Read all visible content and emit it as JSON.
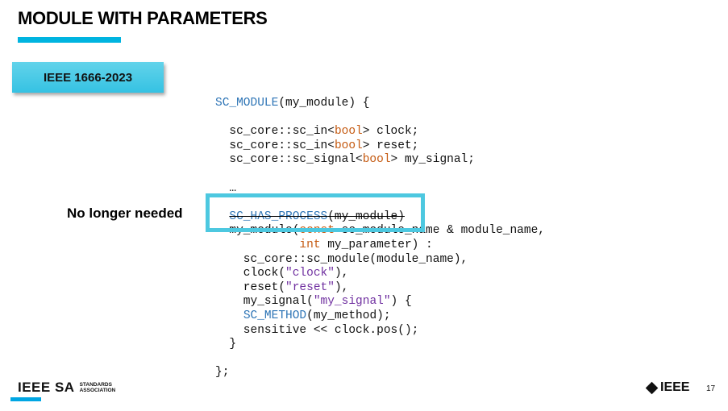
{
  "slide": {
    "title": "MODULE WITH PARAMETERS",
    "standard_badge": "IEEE 1666-2023",
    "note": "No longer needed",
    "page_number": "17"
  },
  "colors": {
    "accent": "#00b4e0",
    "highlight": "#4dc8e0",
    "keyword": "#2e75b6",
    "type": "#c55a11",
    "string": "#7030a0"
  },
  "code_lines": [
    [
      {
        "t": "SC_MODULE",
        "c": "keyword"
      },
      {
        "t": "(my_module) {"
      }
    ],
    [],
    [
      {
        "t": "  sc_core::sc_in<"
      },
      {
        "t": "bool",
        "c": "type"
      },
      {
        "t": "> clock;"
      }
    ],
    [
      {
        "t": "  sc_core::sc_in<"
      },
      {
        "t": "bool",
        "c": "type"
      },
      {
        "t": "> reset;"
      }
    ],
    [
      {
        "t": "  sc_core::sc_signal<"
      },
      {
        "t": "bool",
        "c": "type"
      },
      {
        "t": "> my_signal;"
      }
    ],
    [],
    [
      {
        "t": "  …"
      }
    ],
    [],
    [
      {
        "t": "  "
      },
      {
        "t": "SC_HAS_PROCESS",
        "c": "keyword",
        "s": true
      },
      {
        "t": "(my_module)",
        "s": true
      }
    ],
    [
      {
        "t": "  my_module("
      },
      {
        "t": "const",
        "c": "type"
      },
      {
        "t": " sc_module_name & module_name,"
      }
    ],
    [
      {
        "t": "            "
      },
      {
        "t": "int",
        "c": "type"
      },
      {
        "t": " my_parameter) :"
      }
    ],
    [
      {
        "t": "    sc_core::sc_module(module_name),"
      }
    ],
    [
      {
        "t": "    clock("
      },
      {
        "t": "\"clock\"",
        "c": "string"
      },
      {
        "t": "),"
      }
    ],
    [
      {
        "t": "    reset("
      },
      {
        "t": "\"reset\"",
        "c": "string"
      },
      {
        "t": "),"
      }
    ],
    [
      {
        "t": "    my_signal("
      },
      {
        "t": "\"my_signal\"",
        "c": "string"
      },
      {
        "t": ") {"
      }
    ],
    [
      {
        "t": "    "
      },
      {
        "t": "SC_METHOD",
        "c": "keyword"
      },
      {
        "t": "(my_method);"
      }
    ],
    [
      {
        "t": "    sensitive << clock.pos();"
      }
    ],
    [
      {
        "t": "  }"
      }
    ],
    [],
    [
      {
        "t": "};"
      }
    ]
  ],
  "footer": {
    "logo_left": "IEEE SA",
    "logo_left_sub": [
      "STANDARDS",
      "ASSOCIATION"
    ],
    "logo_right": "IEEE"
  }
}
